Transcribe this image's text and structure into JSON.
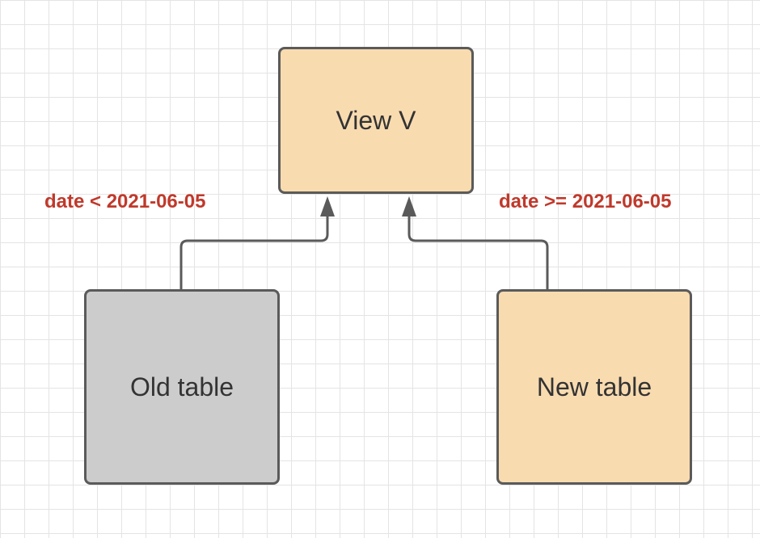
{
  "diagram": {
    "nodes": {
      "view": {
        "text": "View V"
      },
      "old_table": {
        "text": "Old table"
      },
      "new_table": {
        "text": "New table"
      }
    },
    "edges": [
      {
        "from": "old_table",
        "to": "view",
        "label": "date < 2021-06-05"
      },
      {
        "from": "new_table",
        "to": "view",
        "label": "date >= 2021-06-05"
      }
    ]
  },
  "colors": {
    "highlight_fill": "#f9dbb0",
    "neutral_fill": "#cccccc",
    "border": "#5a5a5a",
    "edge": "#5a5a5a",
    "label_text": "#c0392b",
    "node_text": "#333333"
  }
}
